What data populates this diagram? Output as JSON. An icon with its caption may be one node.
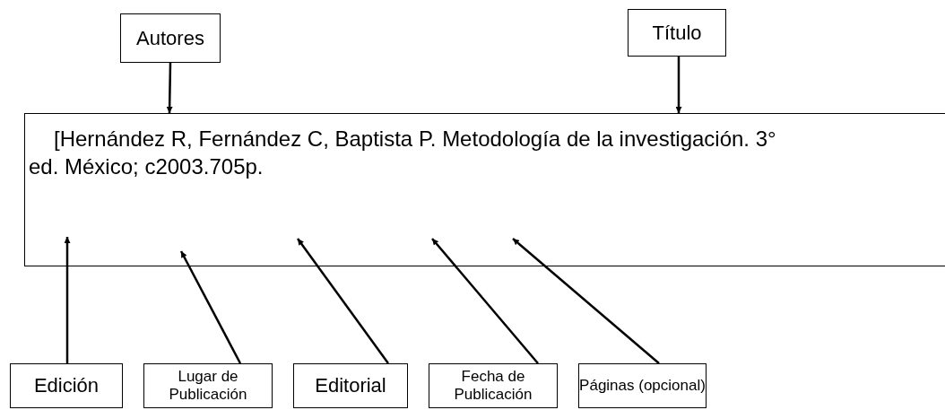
{
  "diagram": {
    "nodes": [
      {
        "text": [
          "Autores"
        ]
      },
      {
        "text": [
          "Título"
        ]
      },
      {
        "text": [
          "[Hernández R, Fernández C, Baptista P. Metodología de la investigación. 3° ed. México; c2003.705p."
        ]
      },
      {
        "text": [
          "Edición"
        ]
      },
      {
        "text": [
          "Lugar de Publicación"
        ]
      },
      {
        "text": [
          "Editorial"
        ]
      },
      {
        "text": [
          "Fecha de Publicación"
        ]
      },
      {
        "text": [
          "Páginas (opcional)"
        ]
      }
    ],
    "edges": [
      {
        "from": 0,
        "to": 2,
        "arrow": "to"
      },
      {
        "from": 1,
        "to": 2,
        "arrow": "to"
      },
      {
        "from": 3,
        "to": 2,
        "arrow": "to"
      },
      {
        "from": 4,
        "to": 2,
        "arrow": "to"
      },
      {
        "from": 5,
        "to": 2,
        "arrow": "to"
      },
      {
        "from": 6,
        "to": 2,
        "arrow": "to"
      },
      {
        "from": 7,
        "to": 2,
        "arrow": "to"
      }
    ]
  }
}
